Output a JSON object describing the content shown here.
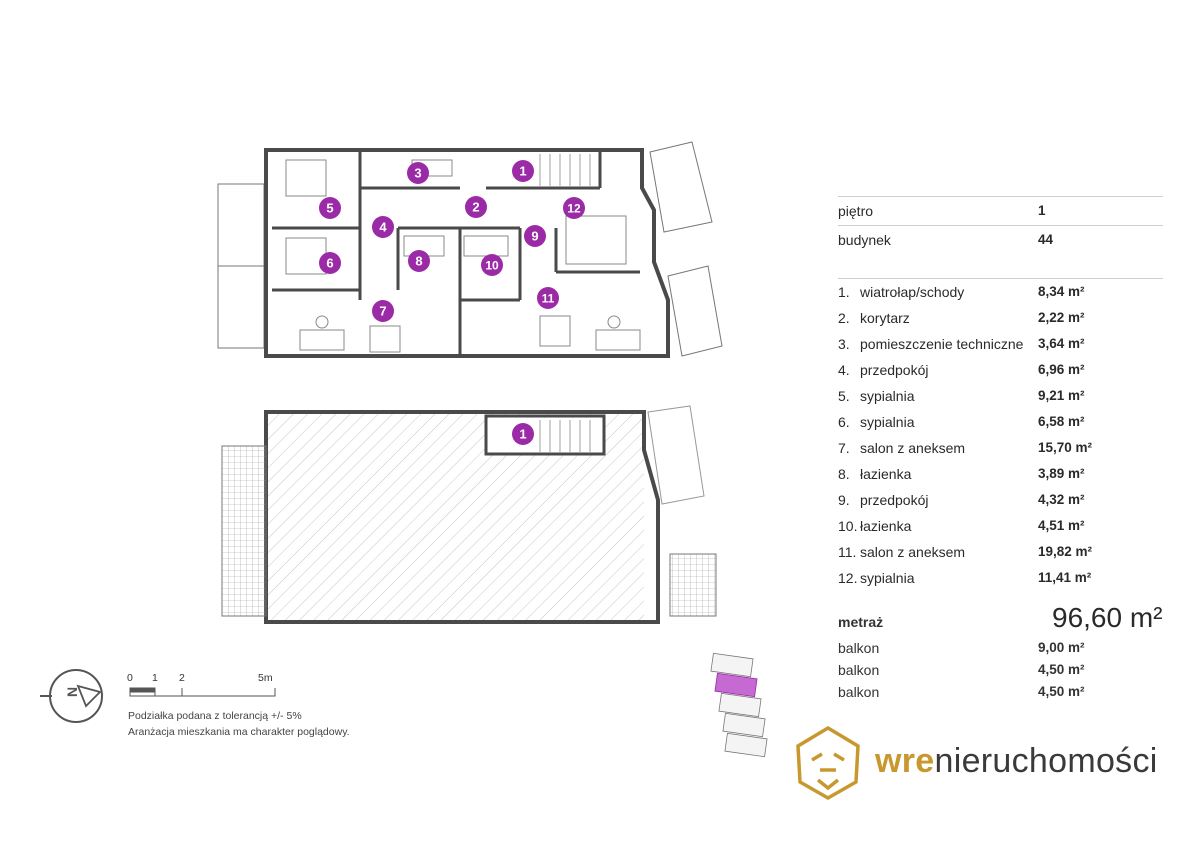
{
  "meta": {
    "floor_label": "piętro",
    "floor_value": "1",
    "building_label": "budynek",
    "building_value": "44"
  },
  "rooms": [
    {
      "num": "1.",
      "name": "wiatrołap/schody",
      "area": "8,34 m²"
    },
    {
      "num": "2.",
      "name": "korytarz",
      "area": "2,22 m²"
    },
    {
      "num": "3.",
      "name": "pomieszczenie techniczne",
      "area": "3,64 m²"
    },
    {
      "num": "4.",
      "name": "przedpokój",
      "area": "6,96 m²"
    },
    {
      "num": "5.",
      "name": "sypialnia",
      "area": "9,21 m²"
    },
    {
      "num": "6.",
      "name": "sypialnia",
      "area": "6,58 m²"
    },
    {
      "num": "7.",
      "name": "salon z aneksem",
      "area": "15,70 m²"
    },
    {
      "num": "8.",
      "name": "łazienka",
      "area": "3,89 m²"
    },
    {
      "num": "9.",
      "name": "przedpokój",
      "area": "4,32 m²"
    },
    {
      "num": "10.",
      "name": "łazienka",
      "area": "4,51 m²"
    },
    {
      "num": "11.",
      "name": "salon z aneksem",
      "area": "19,82 m²"
    },
    {
      "num": "12.",
      "name": "sypialnia",
      "area": "11,41 m²"
    }
  ],
  "total": {
    "label": "metraż",
    "value": "96,60 m²"
  },
  "balconies": [
    {
      "label": "balkon",
      "area": "9,00 m²"
    },
    {
      "label": "balkon",
      "area": "4,50 m²"
    },
    {
      "label": "balkon",
      "area": "4,50 m²"
    }
  ],
  "scale": {
    "t0": "0",
    "t1": "1",
    "t2": "2",
    "t5": "5m"
  },
  "notes": {
    "line1": "Podziałka podana z tolerancją +/- 5%",
    "line2": "Aranżacja mieszkania ma charakter poglądowy."
  },
  "compass": {
    "label": "N",
    "icon": "compass-north-icon"
  },
  "plan_markers": {
    "upper": [
      "1",
      "2",
      "3",
      "4",
      "5",
      "6",
      "7",
      "8",
      "9",
      "10",
      "11",
      "12"
    ],
    "lower": [
      "1"
    ]
  },
  "logo": {
    "accent": "wre",
    "rest": "nieruchomości",
    "icon": "lion-head-icon",
    "color": "#c8982e"
  },
  "colors": {
    "marker": "#9b2aa6",
    "wall": "#4a4a4a",
    "highlight": "#c56ad2"
  }
}
